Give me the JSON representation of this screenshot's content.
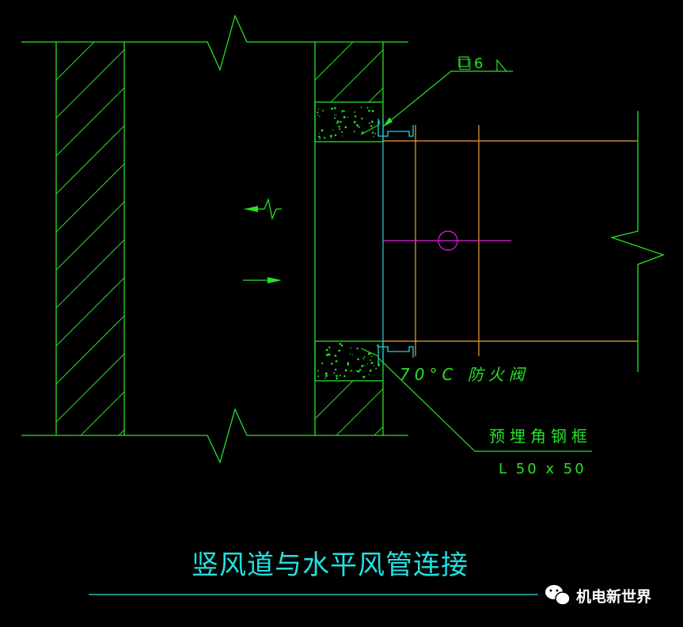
{
  "labels": {
    "weld_mark": "□6",
    "damper": "70°C 防火阀",
    "embedded_frame": "预埋角钢框",
    "angle_size": "L 50 x 50"
  },
  "title": "竖风道与水平风管连接",
  "watermark": {
    "icon": "wechat-icon",
    "text": "机电新世界"
  },
  "colors": {
    "background": "#000000",
    "wall": "#28e028",
    "duct_edge": "#f0a030",
    "centerline": "#e020e0",
    "flange": "#22d0e0",
    "title": "#22e0e0"
  }
}
